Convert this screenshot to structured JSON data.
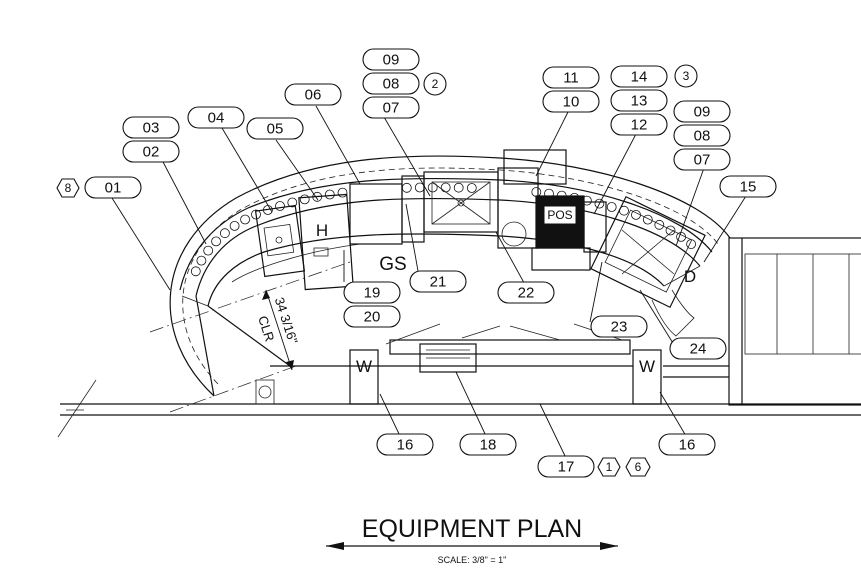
{
  "title": "EQUIPMENT PLAN",
  "scale": "SCALE: 3/8\" = 1\"",
  "labels": {
    "gs": "GS",
    "clearance_value": "34 3/16\"",
    "clearance_unit": "CLR",
    "w_left": "W",
    "w_right": "W",
    "pos": "POS",
    "d": "D"
  },
  "tags": {
    "t01": "01",
    "t02": "02",
    "t03": "03",
    "t04": "04",
    "t05": "05",
    "t06": "06",
    "t07a": "07",
    "t08a": "08",
    "t09a": "09",
    "t10": "10",
    "t11": "11",
    "t12": "12",
    "t13": "13",
    "t14": "14",
    "t15": "15",
    "t07b": "07",
    "t08b": "08",
    "t09b": "09",
    "t16a": "16",
    "t16b": "16",
    "t17": "17",
    "t18": "18",
    "t19": "19",
    "t20": "20",
    "t21": "21",
    "t22": "22",
    "t23": "23",
    "t24": "24"
  },
  "notes": {
    "n8": "8",
    "n2": "2",
    "n3": "3",
    "n1": "1",
    "n6": "6"
  }
}
